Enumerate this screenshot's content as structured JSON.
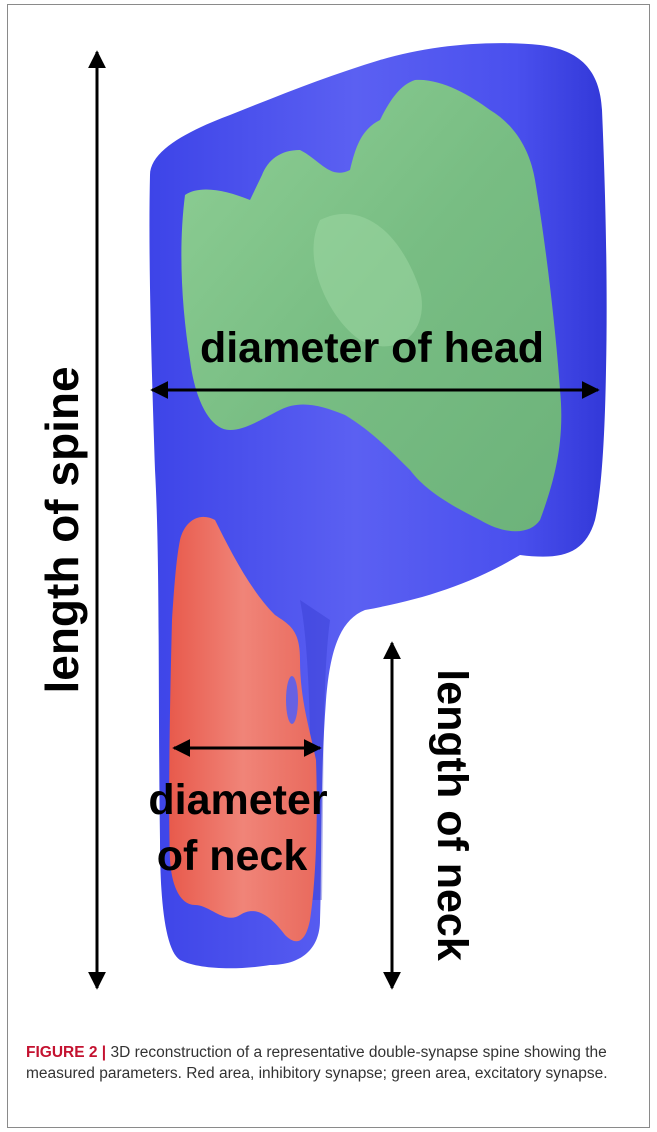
{
  "figure": {
    "labels": {
      "length_of_spine": "length of spine",
      "diameter_of_head": "diameter of head",
      "diameter_of_neck_line1": "diameter",
      "diameter_of_neck_line2": "of neck",
      "length_of_neck": "length of neck"
    },
    "colors": {
      "spine_body": "#4a4ff0",
      "excitatory_area": "#7fc48a",
      "inhibitory_area": "#ef6f62",
      "arrows": "#000000"
    }
  },
  "caption": {
    "label": "FIGURE 2",
    "separator": "|",
    "text": "3D reconstruction of a representative double-synapse spine showing the measured parameters. Red area, inhibitory synapse; green area, excitatory synapse."
  }
}
